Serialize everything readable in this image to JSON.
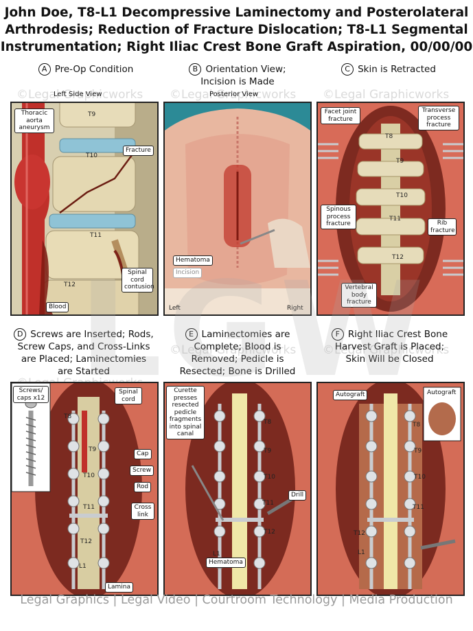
{
  "title": {
    "line1": "John Doe, T8-L1 Decompressive Laminectomy and Posterolateral",
    "line2": "Arthrodesis; Reduction of Fracture Dislocation; T8-L1 Segmental",
    "line3": "Instrumentation; Right Iliac Crest Bone Graft Aspiration, 00/00/00"
  },
  "panels": {
    "a": {
      "letter": "A",
      "title_lines": [
        "Pre-Op Condition"
      ],
      "view_label": "Left Side View",
      "callouts": {
        "aneurysm": "Thoracic aorta aneurysm",
        "fracture": "Fracture",
        "contusion": "Spinal cord contusion",
        "blood": "Blood"
      },
      "levels": [
        "T9",
        "T10",
        "T11",
        "T12"
      ]
    },
    "b": {
      "letter": "B",
      "title_lines": [
        "Orientation View;",
        "Incision is Made"
      ],
      "view_label": "Posterior View",
      "callouts": {
        "hematoma": "Hematoma",
        "incision": "Incision"
      },
      "sides": {
        "left": "Left",
        "right": "Right"
      }
    },
    "c": {
      "letter": "C",
      "title_lines": [
        "Skin is Retracted"
      ],
      "callouts": {
        "facet": "Facet joint fracture",
        "transverse": "Transverse process fracture",
        "spinous": "Spinous process fracture",
        "rib": "Rib fracture",
        "vertebral": "Vertebral body fracture"
      },
      "levels": [
        "T8",
        "T9",
        "T10",
        "T11",
        "T12"
      ]
    },
    "d": {
      "letter": "D",
      "title_lines": [
        "Screws are Inserted; Rods,",
        "Screw Caps, and Cross-Links",
        "are Placed; Laminectomies",
        "are Started"
      ],
      "callouts": {
        "screws": "Screws/ caps x12",
        "cord": "Spinal cord",
        "cap": "Cap",
        "screw": "Screw",
        "rod": "Rod",
        "crosslink": "Cross link",
        "lamina": "Lamina"
      },
      "levels": [
        "T8",
        "T9",
        "T10",
        "T11",
        "T12",
        "L1"
      ]
    },
    "e": {
      "letter": "E",
      "title_lines": [
        "Laminectomies are",
        "Complete; Blood is",
        "Removed; Pedicle is",
        "Resected; Bone is Drilled"
      ],
      "callouts": {
        "curette": "Curette presses resected pedicle fragments into spinal canal",
        "drill": "Drill",
        "hematoma": "Hematoma"
      },
      "levels": [
        "T8",
        "T9",
        "T10",
        "T11",
        "T12",
        "L1"
      ]
    },
    "f": {
      "letter": "F",
      "title_lines": [
        "Right Iliac Crest Bone",
        "Harvest Graft is Placed;",
        "Skin Will be Closed"
      ],
      "callouts": {
        "autograft_left": "Autograft",
        "autograft_inset": "Autograft"
      },
      "levels": [
        "T8",
        "T9",
        "T10",
        "T11",
        "T12",
        "L1"
      ]
    }
  },
  "watermark": {
    "text": "©Legal Graphicworks",
    "big": "LGW"
  },
  "footer": "Legal Graphics | Legal Video | Courtroom Technology | Media Production",
  "colors": {
    "tissue": "#b8433a",
    "bone": "#e8dfc0",
    "metal": "#c9ccd0",
    "blood": "#8c1a12"
  }
}
